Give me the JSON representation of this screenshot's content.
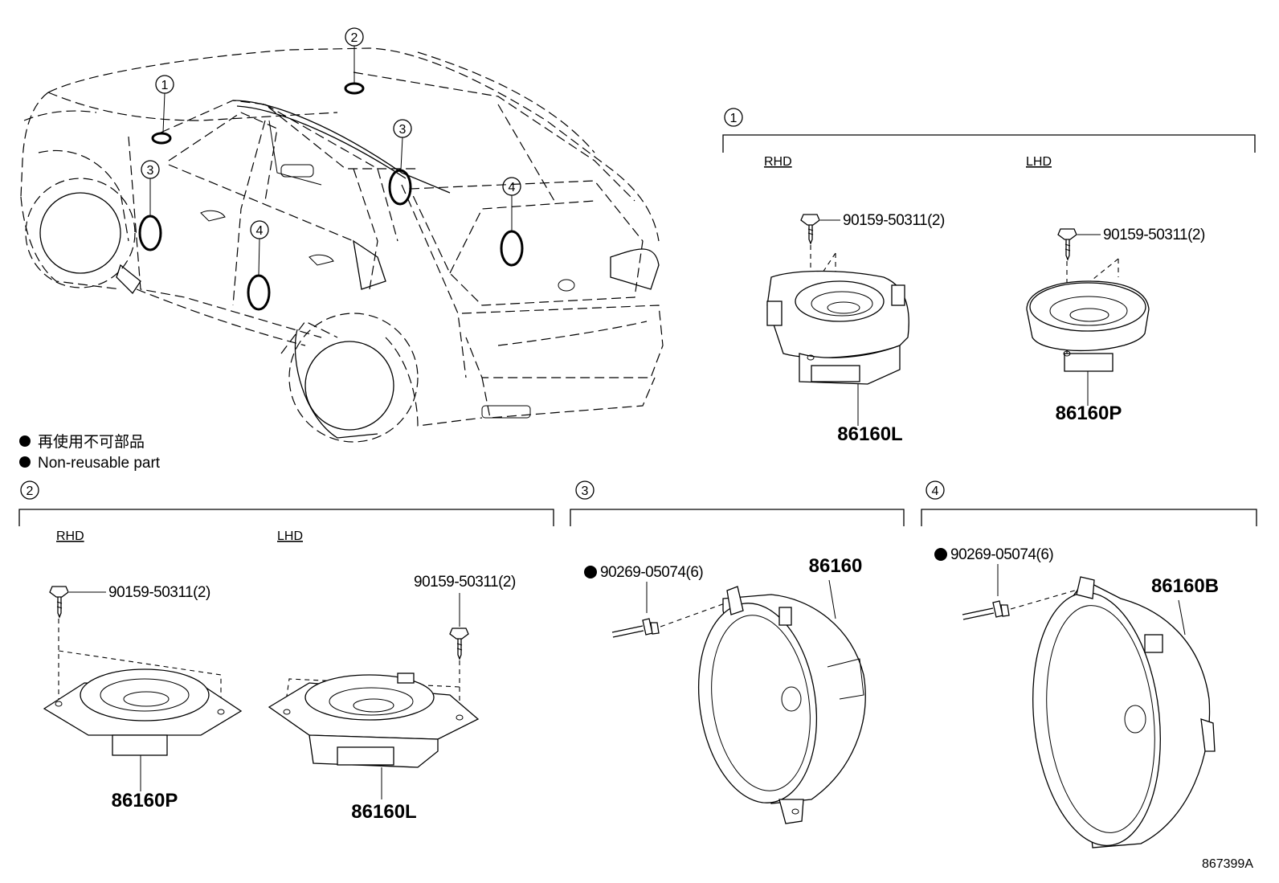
{
  "legend": {
    "jp_text": "再使用不可部品",
    "en_text": "Non-reusable part"
  },
  "reference_code": "867399A",
  "callout_numbers": [
    "1",
    "2",
    "3",
    "4"
  ],
  "sections": {
    "s1": {
      "number": "1",
      "rhd_label": "RHD",
      "lhd_label": "LHD",
      "rhd_screw": "90159-50311(2)",
      "rhd_part": "86160L",
      "lhd_screw": "90159-50311(2)",
      "lhd_part": "86160P"
    },
    "s2": {
      "number": "2",
      "rhd_label": "RHD",
      "lhd_label": "LHD",
      "rhd_screw": "90159-50311(2)",
      "rhd_part": "86160P",
      "lhd_screw": "90159-50311(2)",
      "lhd_part": "86160L"
    },
    "s3": {
      "number": "3",
      "rivet": "90269-05074(6)",
      "part": "86160"
    },
    "s4": {
      "number": "4",
      "rivet": "90269-05074(6)",
      "part": "86160B"
    }
  }
}
